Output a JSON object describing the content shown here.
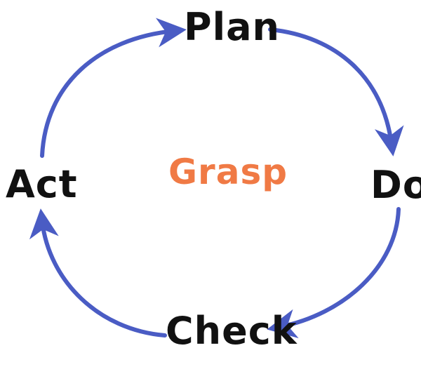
{
  "diagram": {
    "center": "Grasp",
    "steps": {
      "plan": "Plan",
      "do": "Do",
      "check": "Check",
      "act": "Act"
    }
  },
  "colors": {
    "arrow": "#4a5cc4",
    "step_text": "#111111",
    "center_text": "#f07a45",
    "background": "#ffffff"
  }
}
